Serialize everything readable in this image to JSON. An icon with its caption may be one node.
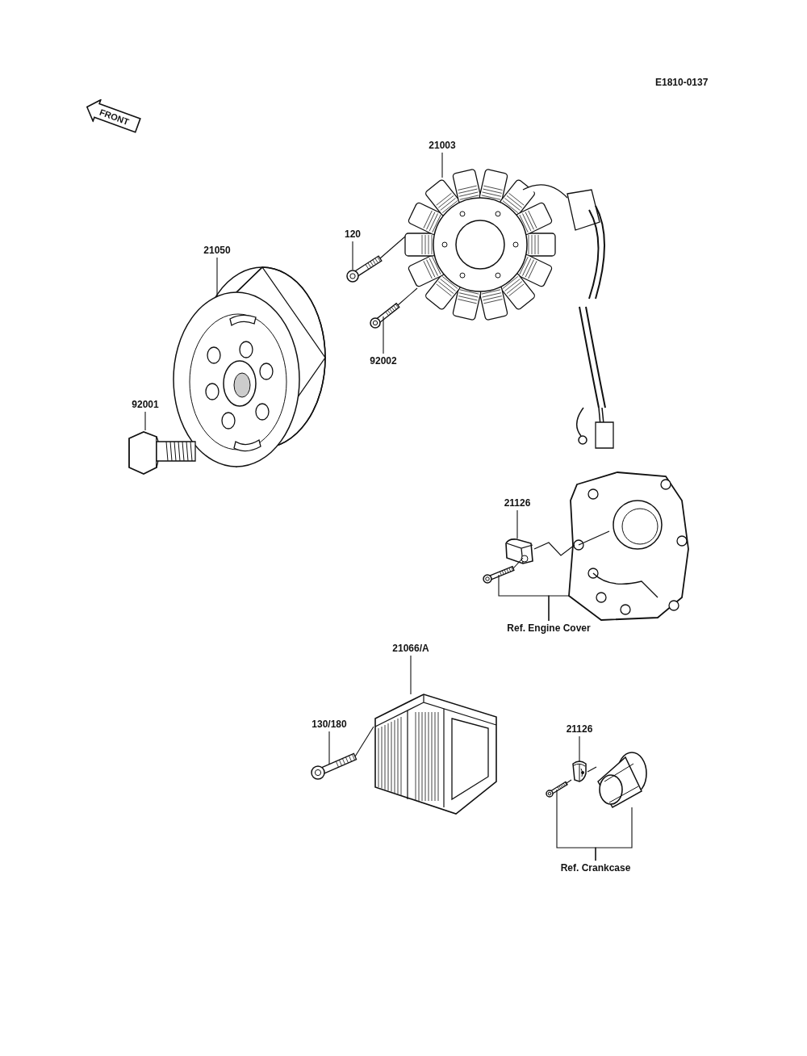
{
  "diagram": {
    "nodes": [
      {
        "text": [
          "21003"
        ]
      },
      {
        "text": [],
        "shape": "picture"
      },
      {
        "text": [
          "120"
        ]
      },
      {
        "text": [],
        "shape": "picture"
      },
      {
        "text": [
          "21050"
        ]
      },
      {
        "text": [],
        "shape": "picture"
      },
      {
        "text": [
          "92002"
        ]
      },
      {
        "text": [],
        "shape": "picture"
      },
      {
        "text": [
          "92001"
        ]
      },
      {
        "text": [],
        "shape": "picture"
      },
      {
        "text": [
          "21126"
        ]
      },
      {
        "text": [],
        "shape": "picture"
      },
      {
        "text": [
          "Ref. Engine Cover"
        ]
      },
      {
        "text": [],
        "shape": "picture"
      },
      {
        "text": [],
        "shape": "picture"
      },
      {
        "text": [
          "21066/A"
        ]
      },
      {
        "text": [],
        "shape": "picture"
      },
      {
        "text": [
          "130/180"
        ]
      },
      {
        "text": [],
        "shape": "picture"
      },
      {
        "text": [
          "21126"
        ]
      },
      {
        "text": [],
        "shape": "picture"
      },
      {
        "text": [
          "Ref. Crankcase"
        ]
      },
      {
        "text": [],
        "shape": "picture"
      },
      {
        "text": [],
        "shape": "picture"
      }
    ],
    "edges": [
      {
        "from": 0,
        "to": 1,
        "arrow": "none"
      },
      {
        "from": 2,
        "to": 3,
        "arrow": "none"
      },
      {
        "from": 4,
        "to": 5,
        "arrow": "none"
      },
      {
        "from": 6,
        "to": 7,
        "arrow": "none"
      },
      {
        "from": 8,
        "to": 9,
        "arrow": "none"
      },
      {
        "from": 10,
        "to": 11,
        "arrow": "none"
      },
      {
        "from": 12,
        "to": 13,
        "arrow": "none"
      },
      {
        "from": 12,
        "to": 14,
        "arrow": "none"
      },
      {
        "from": 15,
        "to": 16,
        "arrow": "none"
      },
      {
        "from": 17,
        "to": 18,
        "arrow": "none"
      },
      {
        "from": 19,
        "to": 20,
        "arrow": "none"
      },
      {
        "from": 21,
        "to": 22,
        "arrow": "none"
      },
      {
        "from": 21,
        "to": 23,
        "arrow": "none"
      },
      {
        "from": 3,
        "to": 1,
        "arrow": "none"
      },
      {
        "from": 7,
        "to": 1,
        "arrow": "none"
      },
      {
        "from": 13,
        "to": 11,
        "arrow": "none"
      },
      {
        "from": 11,
        "to": 14,
        "arrow": "none"
      },
      {
        "from": 18,
        "to": 16,
        "arrow": "none"
      },
      {
        "from": 22,
        "to": 20,
        "arrow": "none"
      },
      {
        "from": 20,
        "to": 23,
        "arrow": "none"
      }
    ],
    "labels": [
      "E1810-0137",
      "FRONT"
    ]
  }
}
